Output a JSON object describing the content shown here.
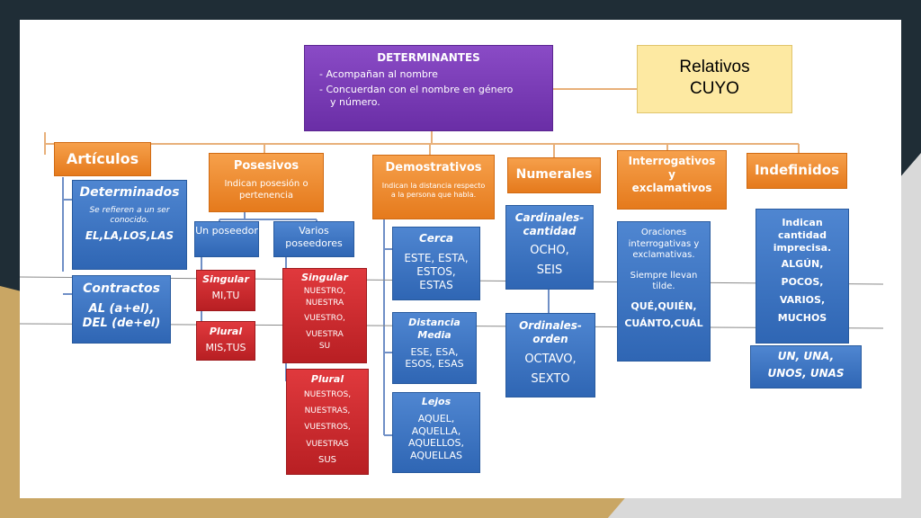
{
  "main": {
    "title": "DETERMINANTES",
    "line1": "- Acompañan al nombre",
    "line2": "- Concuerdan con el nombre en género",
    "line3": "y  número."
  },
  "relativos": {
    "line1": "Relativos",
    "line2": "CUYO"
  },
  "articulos": {
    "title": "Artículos",
    "determinados": {
      "title": "Determinados",
      "desc": "Se refieren a un ser conocido.",
      "items": "EL,LA,LOS,LAS"
    },
    "contractos": {
      "title": "Contractos",
      "line1": "AL (a+el),",
      "line2": "DEL (de+el)"
    }
  },
  "posesivos": {
    "title": "Posesivos",
    "desc": "Indican posesión o pertenencia",
    "un_poseedor": "Un poseedor",
    "varios_poseedores": "Varios poseedores",
    "singular_uno": {
      "title": "Singular",
      "items": "MI,TU"
    },
    "plural_uno": {
      "title": "Plural",
      "items": "MIS,TUS"
    },
    "singular_varios": {
      "title": "Singular",
      "items": [
        "NUESTRO,",
        "NUESTRA",
        "VUESTRO,",
        "VUESTRA",
        "SU"
      ]
    },
    "plural_varios": {
      "title": "Plural",
      "items": [
        "NUESTROS,",
        "NUESTRAS,",
        "VUESTROS,",
        "VUESTRAS",
        "SUS"
      ]
    }
  },
  "demostrativos": {
    "title": "Demostrativos",
    "desc": "Indican la distancia respecto a la persona que habla.",
    "cerca": {
      "title": "Cerca",
      "items": [
        "ESTE, ESTA,",
        "ESTOS,",
        "ESTAS"
      ]
    },
    "media": {
      "title1": "Distancia",
      "title2": "Media",
      "items": [
        "ESE, ESA,",
        "ESOS, ESAS"
      ]
    },
    "lejos": {
      "title": "Lejos",
      "items": [
        "AQUEL,",
        "AQUELLA,",
        "AQUELLOS,",
        "AQUELLAS"
      ]
    }
  },
  "numerales": {
    "title": "Numerales",
    "cardinales": {
      "title1": "Cardinales-",
      "title2": "cantidad",
      "items": [
        "OCHO,",
        "SEIS"
      ]
    },
    "ordinales": {
      "title1": "Ordinales-",
      "title2": "orden",
      "items": [
        "OCTAVO,",
        "SEXTO"
      ]
    }
  },
  "interrogativos": {
    "title1": "Interrogativos",
    "title2": "y",
    "title3": "exclamativos",
    "desc1": "Oraciones interrogativas y exclamativas.",
    "desc2": "Siempre llevan tilde.",
    "items": [
      "QUÉ,QUIÉN,",
      "CUÁNTO,CUÁL"
    ]
  },
  "indefinidos": {
    "title": "Indefinidos",
    "desc1": "Indican",
    "desc2": "cantidad",
    "desc3": "imprecisa.",
    "items": [
      "ALGÚN,",
      "POCOS,",
      "VARIOS,",
      "MUCHOS"
    ],
    "extra": [
      "UN, UNA,",
      "UNOS, UNAS"
    ]
  },
  "colors": {
    "orange": "#ee8a30",
    "blue": "#3a72c2",
    "red": "#c8282c",
    "purple": "#7a3cb6",
    "yellow": "#fde9a2"
  }
}
